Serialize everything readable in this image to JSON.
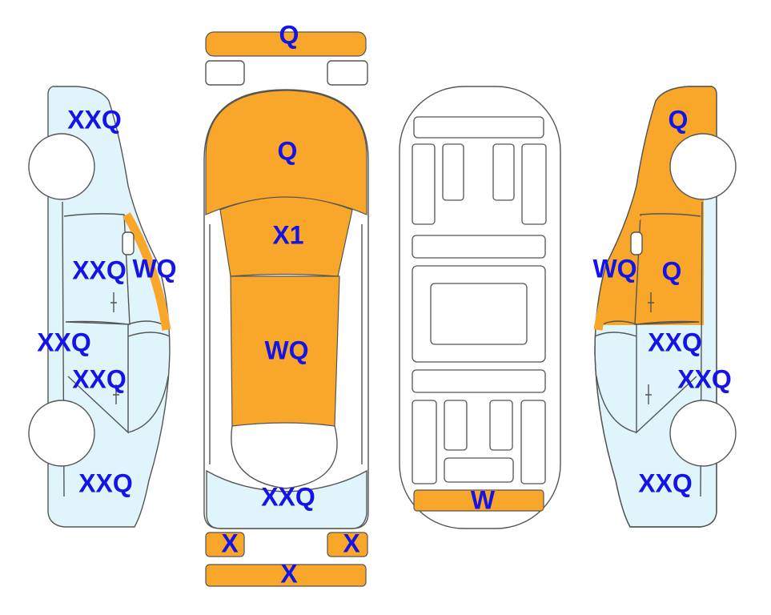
{
  "colors": {
    "damage_orange": "#f9a72b",
    "panel_blue": "#dff4fb",
    "label_blue": "#1414e6"
  },
  "left_side": {
    "rear_quarter": "XXQ",
    "rear_door": "XXQ",
    "pillar": "WQ",
    "front_door_a": "XXQ",
    "front_door_b": "XXQ",
    "front_fender": "XXQ"
  },
  "top_view": {
    "front_bumper": "Q",
    "hood": "Q",
    "windshield": "X1",
    "roof": "WQ",
    "trunk": "XXQ",
    "left_tail": "X",
    "right_tail": "X",
    "rear_bumper": "X"
  },
  "underside": {
    "rear_bar": "W"
  },
  "right_side": {
    "front_fender": "Q",
    "pillar": "WQ",
    "front_door": "Q",
    "rear_door_a": "XXQ",
    "rear_door_b": "XXQ",
    "rear_quarter": "XXQ"
  }
}
